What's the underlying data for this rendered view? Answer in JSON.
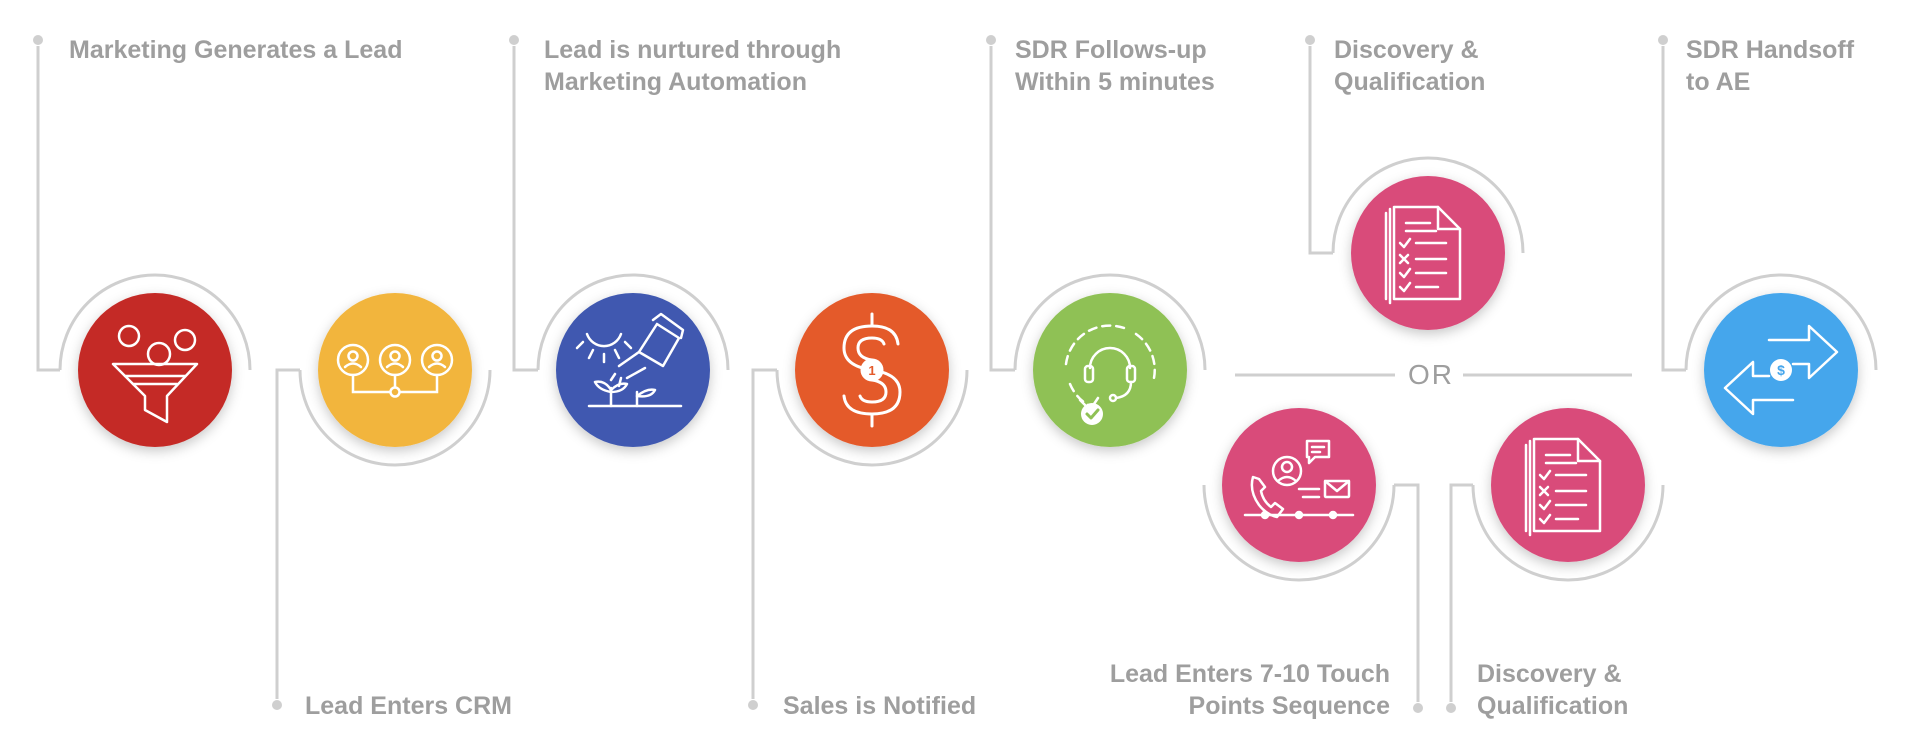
{
  "steps": [
    {
      "label": "Marketing Generates a Lead",
      "icon": "funnel-icon",
      "color": "#c42b26"
    },
    {
      "label": "Lead Enters CRM",
      "icon": "people-network-icon",
      "color": "#f2b53d"
    },
    {
      "label": "Lead is nurtured through\nMarketing Automation",
      "icon": "watering-can-icon",
      "color": "#3f59b0"
    },
    {
      "label": "Sales is Notified",
      "icon": "dollar-notification-icon",
      "color": "#e45a2b"
    },
    {
      "label": "SDR Follows-up\nWithin 5 minutes",
      "icon": "headset-icon",
      "color": "#8fc155"
    },
    {
      "label": "Discovery &\nQualification",
      "icon": "checklist-document-icon",
      "color": "#d94b7a"
    },
    {
      "label": "Lead Enters 7-10 Touch\nPoints Sequence",
      "icon": "contact-sequence-icon",
      "color": "#d94b7a"
    },
    {
      "label": "Discovery &\nQualification",
      "icon": "checklist-document-icon",
      "color": "#d94b7a"
    },
    {
      "label": "SDR Handsoff\nto AE",
      "icon": "exchange-arrows-icon",
      "color": "#45a6ec"
    }
  ],
  "branch": {
    "label": "OR"
  },
  "colors": {
    "connector": "#cfcfcf",
    "label": "#9e9e9e",
    "icon_stroke": "#ffffff"
  }
}
